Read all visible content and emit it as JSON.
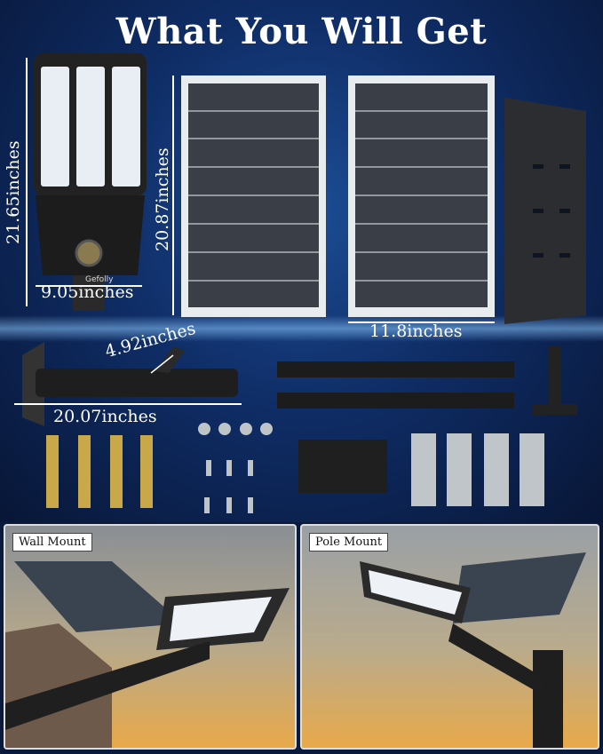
{
  "title": "What You Will Get",
  "brand": "Gefolly",
  "dimensions": {
    "light_height": "21.65inches",
    "light_width": "9.05inches",
    "panel_height": "20.87inches",
    "panel_width": "11.8inches",
    "arm_length": "20.07inches",
    "arm_offset": "4.92inches"
  },
  "photos": [
    {
      "label": "Wall Mount"
    },
    {
      "label": "Pole Mount"
    }
  ],
  "colors": {
    "background": "#0f2d66",
    "panel_cell": "#3a3f47",
    "panel_frame": "#e8ecef",
    "hardware_gold": "#c9a84a"
  }
}
